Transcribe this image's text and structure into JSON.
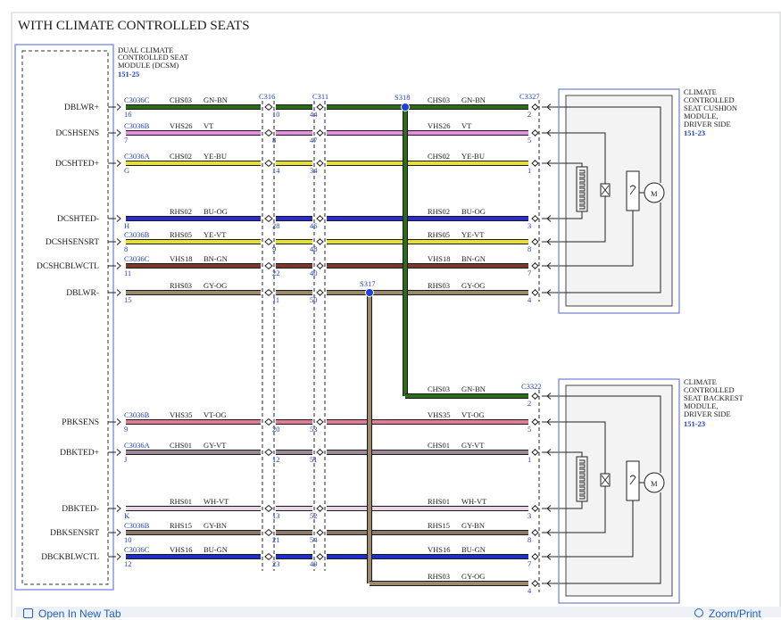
{
  "title": "WITH CLIMATE CONTROLLED SEATS",
  "module": {
    "label_lines": [
      "DUAL CLIMATE",
      "CONTROLLED SEAT",
      "MODULE (DCSM)"
    ],
    "ref": "151-25"
  },
  "splices": {
    "s318": "S318",
    "s317": "S317"
  },
  "inline_connectors": {
    "c316": "C316",
    "c311": "C311"
  },
  "cushion": {
    "label_lines": [
      "CLIMATE",
      "CONTROLLED",
      "SEAT CUSHION",
      "MODULE,",
      "DRIVER SIDE"
    ],
    "ref": "151-23",
    "connector": "C3327"
  },
  "backrest": {
    "label_lines": [
      "CLIMATE",
      "CONTROLLED",
      "SEAT BACKREST",
      "MODULE,",
      "DRIVER SIDE"
    ],
    "ref": "151-23",
    "connector": "C3322"
  },
  "motor_symbol": "M",
  "circuits": [
    {
      "signal": "DBLWR+",
      "connector": "C3036C",
      "pin": "16",
      "circuit": "CHS03",
      "color": "GN-BN",
      "c316": "10",
      "c311": "44",
      "right_circuit": "CHS03",
      "right_color": "GN-BN",
      "right_pin": "2",
      "hex": "#2c6a1c"
    },
    {
      "signal": "DCSHSENS",
      "connector": "C3036B",
      "pin": "7",
      "circuit": "VHS26",
      "color": "VT",
      "c316": "8",
      "c311": "47",
      "right_circuit": "VHS26",
      "right_color": "VT",
      "right_pin": "5",
      "hex": "#e48ee4"
    },
    {
      "signal": "DCSHTED+",
      "connector": "C3036A",
      "pin": "G",
      "circuit": "CHS02",
      "color": "YE-BU",
      "c316": "14",
      "c311": "34",
      "right_circuit": "CHS02",
      "right_color": "YE-BU",
      "right_pin": "1",
      "hex": "#e6e22a"
    },
    {
      "signal": "DCSHTED-",
      "connector": "",
      "pin": "H",
      "circuit": "RHS02",
      "color": "BU-OG",
      "c316": "28",
      "c311": "46",
      "right_circuit": "RHS02",
      "right_color": "BU-OG",
      "right_pin": "3",
      "hex": "#2a2ad6"
    },
    {
      "signal": "DCSHSENSRT",
      "connector": "C3036B",
      "pin": "8",
      "circuit": "RHS05",
      "color": "YE-VT",
      "c316": "9",
      "c311": "48",
      "right_circuit": "RHS05",
      "right_color": "YE-VT",
      "right_pin": "8",
      "hex": "#e6e22a"
    },
    {
      "signal": "DCSHCBLWCTL",
      "connector": "C3036C",
      "pin": "11",
      "circuit": "VHS18",
      "color": "BN-GN",
      "c316": "22",
      "c311": "40",
      "right_circuit": "VHS18",
      "right_color": "BN-GN",
      "right_pin": "7",
      "hex": "#7a3a2a"
    },
    {
      "signal": "DBLWR-",
      "connector": "",
      "pin": "15",
      "circuit": "RHS03",
      "color": "GY-OG",
      "c316": "11",
      "c311": "50",
      "right_circuit": "RHS03",
      "right_color": "GY-OG",
      "right_pin": "4",
      "hex": "#9c8a6c"
    },
    {
      "signal": "",
      "connector": "",
      "pin": "",
      "circuit": "",
      "color": "",
      "c316": "",
      "c311": "",
      "right_circuit": "CHS03",
      "right_color": "GN-BN",
      "right_pin": "2",
      "hex": "#2c6a1c"
    },
    {
      "signal": "PBKSENS",
      "connector": "C3036B",
      "pin": "9",
      "circuit": "VHS35",
      "color": "VT-OG",
      "c316": "20",
      "c311": "53",
      "right_circuit": "VHS35",
      "right_color": "VT-OG",
      "right_pin": "5",
      "hex": "#e27c96"
    },
    {
      "signal": "DBKTED+",
      "connector": "C3036A",
      "pin": "J",
      "circuit": "CHS01",
      "color": "GY-VT",
      "c316": "12",
      "c311": "51",
      "right_circuit": "CHS01",
      "right_color": "GY-VT",
      "right_pin": "1",
      "hex": "#9a8a9a"
    },
    {
      "signal": "DBKTED-",
      "connector": "",
      "pin": "K",
      "circuit": "RHS01",
      "color": "WH-VT",
      "c316": "13",
      "c311": "52",
      "right_circuit": "RHS01",
      "right_color": "WH-VT",
      "right_pin": "3",
      "hex": "#e6d6e6"
    },
    {
      "signal": "DBKSENSRT",
      "connector": "C3036B",
      "pin": "10",
      "circuit": "RHS15",
      "color": "GY-BN",
      "c316": "21",
      "c311": "54",
      "right_circuit": "RHS15",
      "right_color": "GY-BN",
      "right_pin": "8",
      "hex": "#8a7a6a"
    },
    {
      "signal": "DBCKBLWCTL",
      "connector": "C3036C",
      "pin": "12",
      "circuit": "VHS16",
      "color": "BU-GN",
      "c316": "23",
      "c311": "49",
      "right_circuit": "VHS16",
      "right_color": "BU-GN",
      "right_pin": "7",
      "hex": "#1f30c8"
    },
    {
      "signal": "",
      "connector": "",
      "pin": "",
      "circuit": "",
      "color": "",
      "c316": "",
      "c311": "",
      "right_circuit": "RHS03",
      "right_color": "GY-OG",
      "right_pin": "4",
      "hex": "#9c8a6c"
    }
  ],
  "footer": {
    "open_tab": "Open In New Tab",
    "zoom_print": "Zoom/Print"
  }
}
